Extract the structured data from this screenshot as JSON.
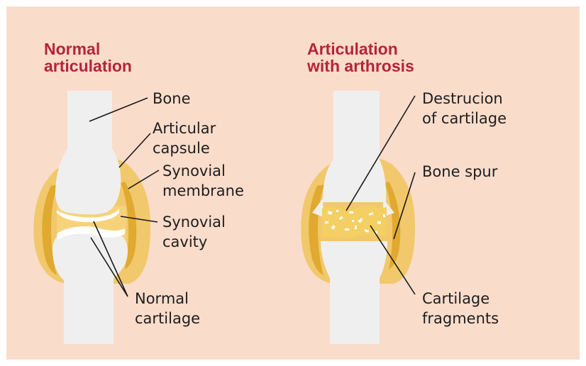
{
  "left": {
    "title": [
      "Normal",
      "articulation"
    ],
    "labels": {
      "bone": [
        "Bone"
      ],
      "capsule": [
        "Articular",
        "capsule"
      ],
      "membrane": [
        "Synovial",
        "membrane"
      ],
      "cavity": [
        "Synovial",
        "cavity"
      ],
      "cartilage": [
        "Normal",
        "cartilage"
      ]
    }
  },
  "right": {
    "title": [
      "Articulation",
      "with arthrosis"
    ],
    "labels": {
      "destruction": [
        "Destrucion",
        "of cartilage"
      ],
      "spur": [
        "Bone spur"
      ],
      "fragments": [
        "Cartilage",
        "fragments"
      ]
    }
  },
  "colors": {
    "background": "#fadccb",
    "title": "#b5243a",
    "capsule_outer": "#f1c86c",
    "capsule_inner": "#e0a92f",
    "bone": "#f0efef",
    "cartilage_fill": "#f4cf63"
  }
}
